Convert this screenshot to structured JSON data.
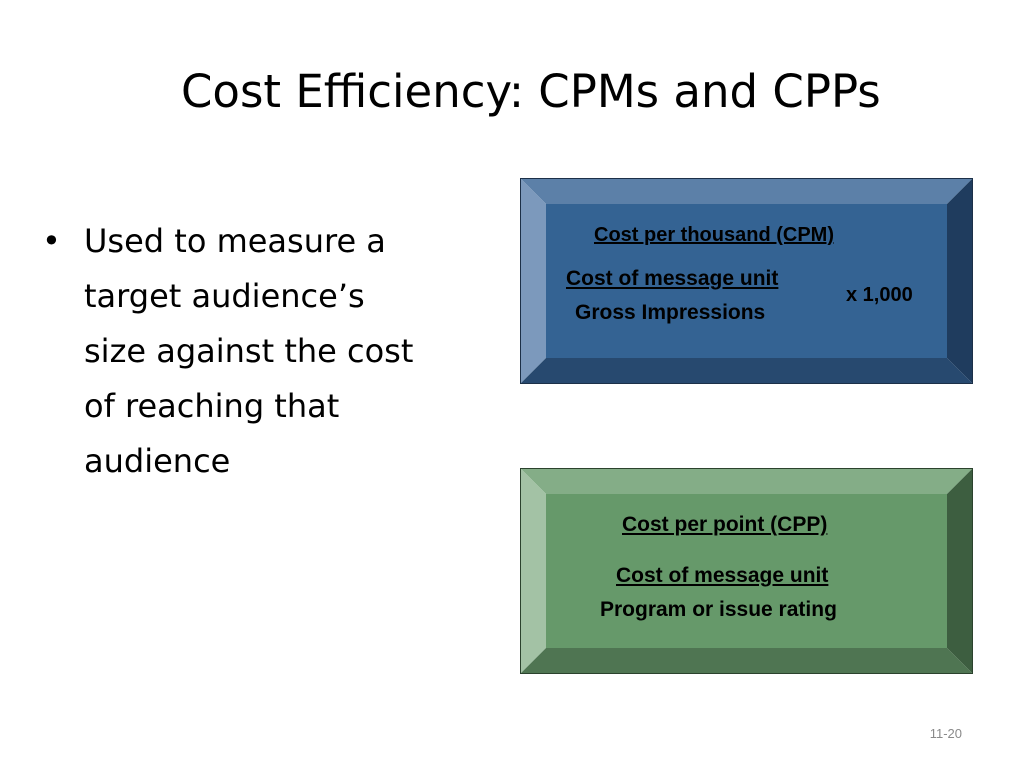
{
  "slide": {
    "title": "Cost Efficiency: CPMs and CPPs",
    "bullet_char": "•",
    "bullet": "Used to measure a target audience’s size against the cost of reaching that audience",
    "page_number": "11-20"
  },
  "cpm_box": {
    "heading": "Cost per thousand (CPM)",
    "numerator": "Cost of message unit",
    "denominator": "Gross Impressions",
    "multiplier": "x 1,000",
    "colors": {
      "face": "#346393",
      "top": "#5c80a8",
      "left": "#7c99bc",
      "right": "#1f3c5e",
      "bottom": "#27496f"
    }
  },
  "cpp_box": {
    "heading": "Cost per point (CPP)",
    "numerator": "Cost of message unit",
    "denominator": "Program or issue rating",
    "colors": {
      "face": "#66996a",
      "top": "#84ad87",
      "left": "#a3c2a5",
      "right": "#3d5e40",
      "bottom": "#4f7552"
    }
  }
}
